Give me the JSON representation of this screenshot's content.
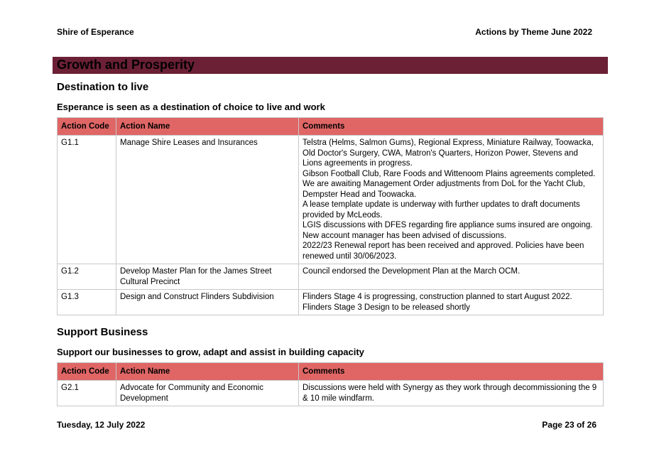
{
  "header": {
    "left": "Shire of Esperance",
    "right": "Actions by Theme June 2022"
  },
  "theme": {
    "title": "Growth and Prosperity"
  },
  "section1": {
    "title": "Destination to live",
    "subtitle": "Esperance is seen as a destination of choice to live and work",
    "columns": [
      "Action Code",
      "Action Name",
      "Comments"
    ],
    "rows": [
      {
        "code": "G1.1",
        "name": "Manage Shire Leases and Insurances",
        "comments": [
          "Telstra (Helms, Salmon Gums), Regional Express, Miniature Railway, Toowacka, Old Doctor's Surgery, CWA, Matron's Quarters, Horizon Power, Stevens and Lions agreements in progress.",
          "Gibson Football Club, Rare Foods and Wittenoom Plains agreements completed.",
          "We are awaiting Management Order adjustments from DoL for the Yacht Club, Dempster Head and Toowacka.",
          "A lease template update is underway with further updates to draft documents provided by McLeods.",
          "LGIS discussions with DFES regarding fire appliance sums insured are ongoing. New account manager has been advised of discussions.",
          "2022/23 Renewal report has been received and approved. Policies have been renewed until 30/06/2023."
        ]
      },
      {
        "code": "G1.2",
        "name": "Develop Master Plan for the James Street Cultural Precinct",
        "comments": [
          "Council endorsed the Development Plan at the March OCM."
        ]
      },
      {
        "code": "G1.3",
        "name": "Design and Construct Flinders Subdivision",
        "comments": [
          "Flinders Stage 4 is progressing, construction planned to start August 2022.",
          "Flinders Stage 3 Design to be released shortly"
        ]
      }
    ]
  },
  "section2": {
    "title": "Support Business",
    "subtitle": "Support our businesses to grow, adapt and assist in building capacity",
    "columns": [
      "Action Code",
      "Action Name",
      "Comments"
    ],
    "rows": [
      {
        "code": "G2.1",
        "name": "Advocate for Community and Economic Development",
        "comments": [
          "Discussions were held with Synergy as they work through decommissioning the 9 & 10 mile windfarm."
        ]
      }
    ]
  },
  "footer": {
    "date": "Tuesday, 12 July 2022",
    "page": "Page 23 of 26"
  }
}
